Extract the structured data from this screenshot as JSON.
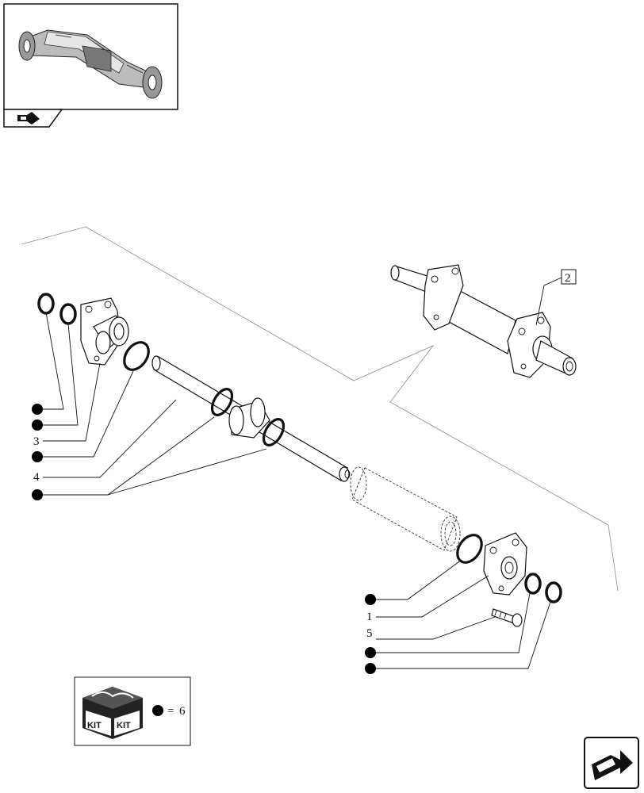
{
  "callouts": {
    "ref_2": "2",
    "ref_3": "3",
    "ref_4": "4",
    "ref_1": "1",
    "ref_5": "5"
  },
  "kit": {
    "label_left": "KIT",
    "label_right": "KIT",
    "equals": "=",
    "value": "6"
  },
  "icons": {
    "thumbnail": "axle-assembly-thumbnail",
    "thumbnail_nav": "previous-page-arrow-icon",
    "next_nav": "next-page-arrow-icon"
  }
}
